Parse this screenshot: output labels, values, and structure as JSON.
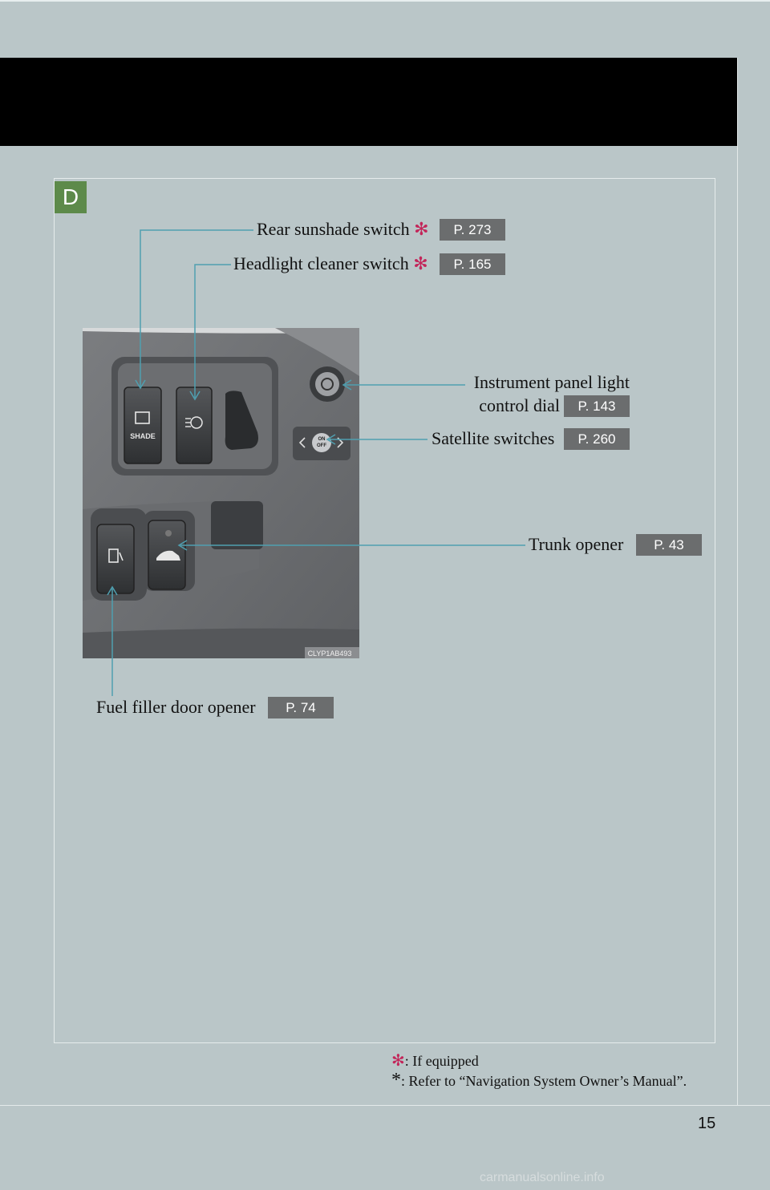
{
  "section": {
    "letter": "D"
  },
  "labels": {
    "rear_sunshade": {
      "text": "Rear sunshade switch",
      "marker": "✻",
      "ref": "P. 273"
    },
    "headlight_cleaner": {
      "text": "Headlight cleaner switch",
      "marker": "✻",
      "ref": "P. 165"
    },
    "instrument_panel": {
      "line1": "Instrument panel light",
      "line2": "control dial",
      "ref": "P. 143"
    },
    "satellite": {
      "text": "Satellite switches",
      "ref": "P. 260"
    },
    "trunk": {
      "text": "Trunk opener",
      "ref": "P. 43"
    },
    "fuel": {
      "text": "Fuel filler door opener",
      "ref": "P. 74"
    }
  },
  "photo": {
    "code": "CLYP1AB493",
    "shade_label": "SHADE",
    "on_label": "ON",
    "off_label": "OFF"
  },
  "footnotes": {
    "if_equipped": {
      "marker": "✻",
      "text": ": If equipped"
    },
    "navigation": {
      "marker": "*",
      "text": ": Refer to “Navigation System Owner’s Manual”."
    }
  },
  "page_number": "15",
  "watermark": "carmanualsonline.info",
  "colors": {
    "section_tab": "#5d8a4a",
    "ref_badge": "#6b6d6e",
    "marker": "#c3265a",
    "leader": "#4f9fb0",
    "background": "#bac6c8"
  }
}
